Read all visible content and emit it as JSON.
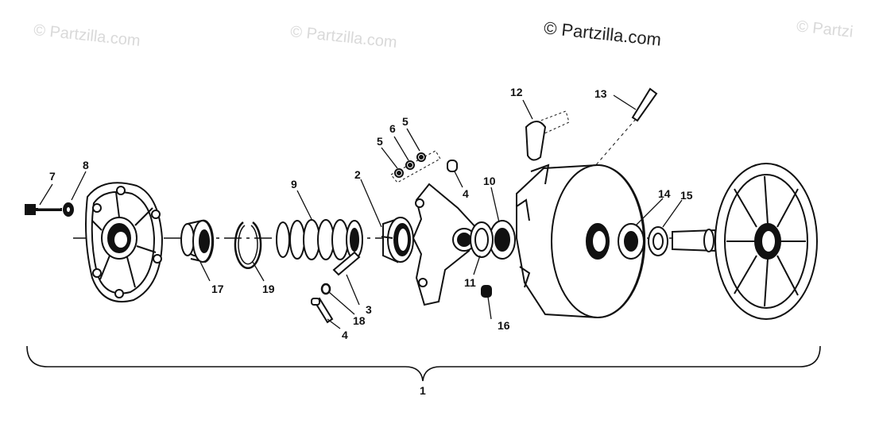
{
  "watermarks": {
    "left": "© Partzilla.com",
    "center": "© Partzilla.com",
    "main": "© Partzilla.com",
    "right": "© Partzi"
  },
  "callouts": {
    "c1": "1",
    "c2": "2",
    "c3": "3",
    "c4a": "4",
    "c4b": "4",
    "c5a": "5",
    "c5b": "5",
    "c6": "6",
    "c7": "7",
    "c8": "8",
    "c9": "9",
    "c10": "10",
    "c11": "11",
    "c12": "12",
    "c13": "13",
    "c14": "14",
    "c15": "15",
    "c16": "16",
    "c17": "17",
    "c18": "18",
    "c19": "19"
  }
}
